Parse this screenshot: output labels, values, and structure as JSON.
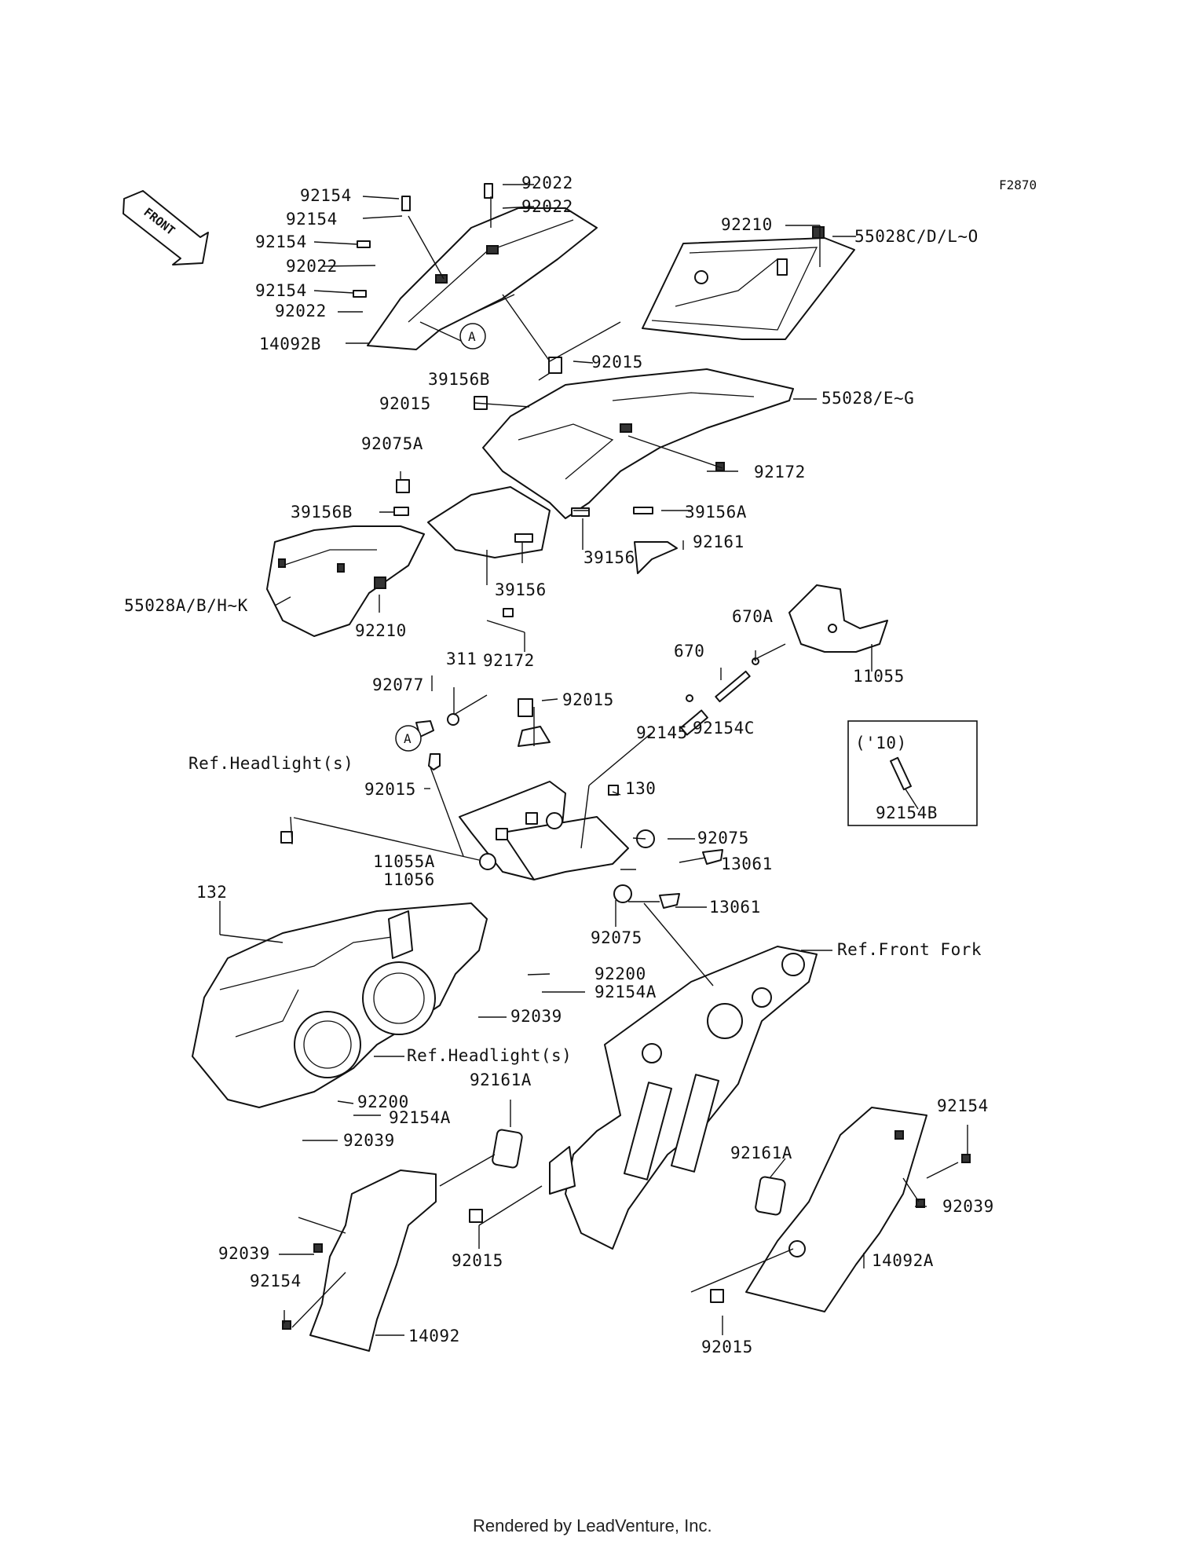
{
  "diagram_code": "F2870",
  "front_arrow": "FRONT",
  "variant_box_title": "('10)",
  "footer": "Rendered by LeadVenture, Inc.",
  "callout_A": "A",
  "labels": {
    "l1": "92154",
    "l2": "92022",
    "l3": "92154",
    "l4": "92022",
    "l5": "92154",
    "l6": "92022",
    "l7": "92154",
    "l8": "92022",
    "l9": "14092B",
    "l10": "92210",
    "l11": "55028C/D/L~O",
    "l12": "39156B",
    "l13": "92015",
    "l14": "92015",
    "l15": "55028/E~G",
    "l16": "92075A",
    "l17": "92172",
    "l18": "39156B",
    "l19": "39156A",
    "l20": "92161",
    "l21": "39156",
    "l22": "39156",
    "l23": "55028A/B/H~K",
    "l24": "92210",
    "l25": "92172",
    "l26": "670A",
    "l27": "11055",
    "l28": "311",
    "l29": "670",
    "l30": "92077",
    "l31": "92015",
    "l32": "92154C",
    "l33": "92145",
    "l34": "Ref.Headlight(s)",
    "l35": "92015",
    "l36": "130",
    "l37": "92154B",
    "l38": "92075",
    "l39": "11055A",
    "l40": "11056",
    "l41": "13061",
    "l42": "132",
    "l43": "13061",
    "l44": "92075",
    "l45": "Ref.Front Fork",
    "l46": "92200",
    "l47": "92154A",
    "l48": "92039",
    "l49": "Ref.Headlight(s)",
    "l50": "92161A",
    "l51": "92200",
    "l52": "92154A",
    "l53": "92039",
    "l54": "92154",
    "l55": "92161A",
    "l56": "92039",
    "l57": "92039",
    "l58": "92015",
    "l59": "14092A",
    "l60": "92154",
    "l61": "14092",
    "l62": "92015"
  }
}
